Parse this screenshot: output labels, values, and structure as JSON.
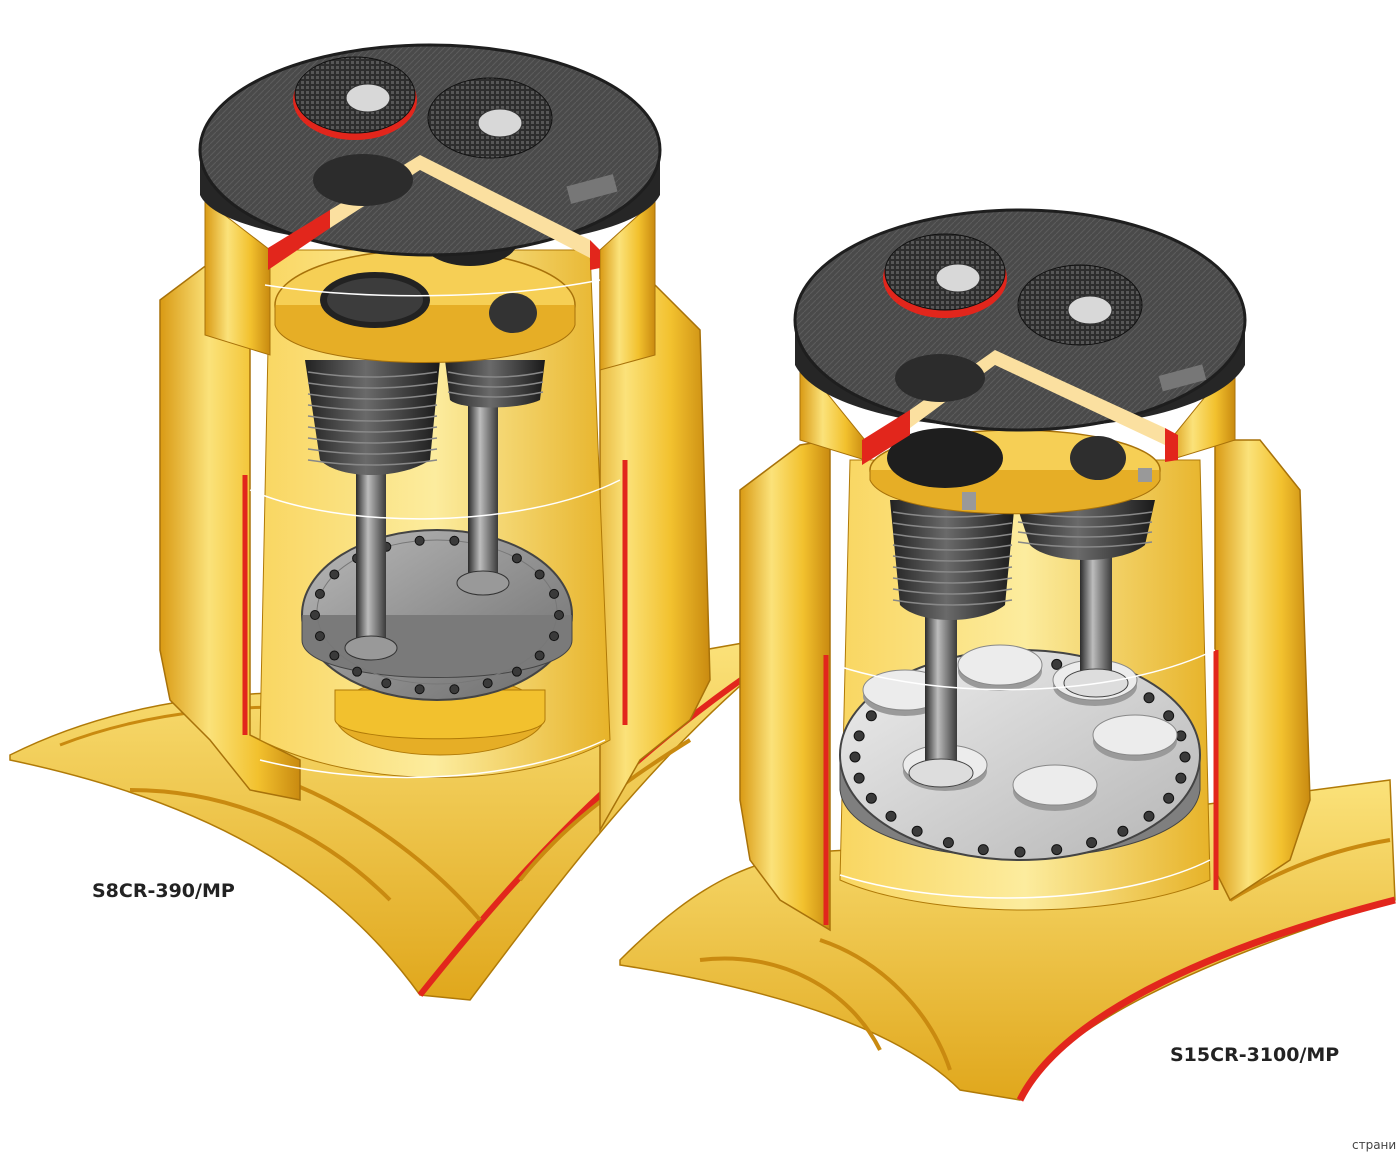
{
  "labels": {
    "left_model": "S8CR-390/MP",
    "right_model": "S15CR-3100/MP",
    "corner_fragment": "страни"
  },
  "colors": {
    "tank_yellow": "#f2c12e",
    "tank_yellow_light": "#fbe27a",
    "tank_shadow": "#d99a14",
    "cut_red": "#e2261c",
    "lid_dark": "#3a3a3a",
    "lid_edge": "#1e1e1e",
    "metal": "#8a8a8a",
    "metal_light": "#c8c8c8",
    "bellows": "#3c3c3c"
  }
}
